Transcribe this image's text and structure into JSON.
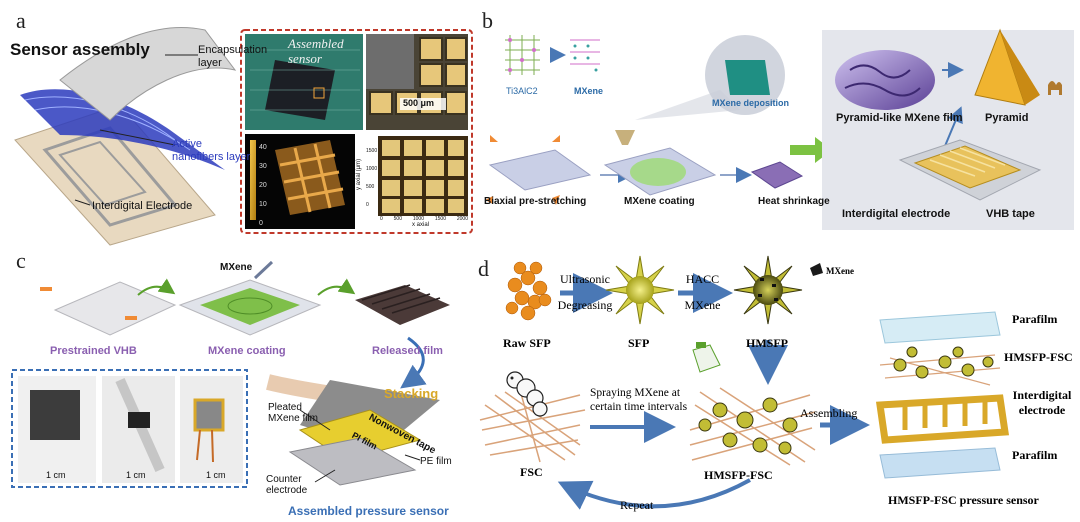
{
  "panel_a": {
    "letter": "a",
    "title": "Sensor assembly",
    "encapsulation": "Encapsulation layer",
    "active": "Active nanofibers layer",
    "electrode": "Interdigital Electrode",
    "photo_label": "Assembled sensor",
    "scale": "500 μm",
    "inset_b": "b",
    "colorbar_ticks": [
      "40",
      "30",
      "20",
      "10",
      "0"
    ],
    "y_axis": "y axial (μm)",
    "x_axis": "x axial",
    "y_ticks": [
      "1500",
      "1000",
      "500",
      "0"
    ],
    "x_ticks": [
      "0",
      "500",
      "1000",
      "1500",
      "2000"
    ]
  },
  "panel_b": {
    "letter": "b",
    "ti3alc2": "Ti3AlC2",
    "mxene": "MXene",
    "mxene_deposition": "MXene deposition",
    "step1": "Biaxial pre-stretching",
    "step2": "MXene coating",
    "step3": "Heat shrinkage",
    "pyramid_film": "Pyramid-like MXene film",
    "pyramid": "Pyramid",
    "electrode": "Interdigital electrode",
    "tape": "VHB tape"
  },
  "panel_c": {
    "letter": "c",
    "mxene": "MXene",
    "step1": "Prestrained VHB",
    "step2": "MXene coating",
    "step3": "Released film",
    "stacking": "Stacking",
    "nonwoven": "Nonwoven tape",
    "pleated": "Pleated MXene film",
    "pe": "PE film",
    "pi": "PI film",
    "counter": "Counter electrode",
    "assembled": "Assembled pressure sensor",
    "scale": "1 cm"
  },
  "panel_d": {
    "letter": "d",
    "arrow1": "Ultrasonic Degreasing",
    "arrow2": "HACC MXene",
    "legend": "MXene",
    "raw": "Raw SFP",
    "sfp": "SFP",
    "hmsfp": "HMSFP",
    "spraying": "Spraying MXene at certain time intervals",
    "fsc": "FSC",
    "hmsfp_fsc": "HMSFP-FSC",
    "repeat": "Repeat",
    "assembling": "Assembling",
    "parafilm_top": "Parafilm",
    "layer2": "HMSFP-FSC",
    "layer3": "Interdigital electrode",
    "parafilm_bottom": "Parafilm",
    "sensor": "HMSFP-FSC pressure sensor"
  },
  "colors": {
    "blue_arrow": "#4a78b5",
    "green_arrow": "#7cc242",
    "purple_label": "#8a5fb0",
    "gold": "#d9a829",
    "dashed_red": "#c0392b",
    "dashed_blue": "#3a6fb5"
  }
}
